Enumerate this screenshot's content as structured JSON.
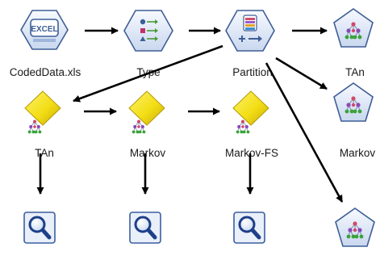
{
  "nodes": {
    "source": {
      "label": "CodedData.xls",
      "icon": "excel-source-icon",
      "icon_text": "EXCEL"
    },
    "type": {
      "label": "Type",
      "icon": "type-node-icon"
    },
    "partition": {
      "label": "Partition",
      "icon": "partition-node-icon"
    },
    "tan_nugget_1": {
      "label": "TAn",
      "icon": "model-nugget-icon"
    },
    "markov_nugget": {
      "label": "Markov",
      "icon": "model-nugget-icon"
    },
    "nugget_3": {
      "label": "",
      "icon": "model-nugget-icon"
    },
    "tan_model": {
      "label": "TAn",
      "icon": "bayes-net-modeler-icon"
    },
    "markov_model": {
      "label": "Markov",
      "icon": "bayes-net-modeler-icon"
    },
    "markovfs_model": {
      "label": "Markov-FS",
      "icon": "bayes-net-modeler-icon"
    },
    "analysis_1": {
      "icon": "analysis-magnifier-icon"
    },
    "analysis_2": {
      "icon": "analysis-magnifier-icon"
    },
    "analysis_3": {
      "icon": "analysis-magnifier-icon"
    }
  },
  "colors": {
    "hex_fill": "#dfe8f6",
    "hex_stroke": "#3e5e96",
    "diamond": "#f5e61a",
    "arrow": "#000000",
    "magnifier_frame": "#3a5fa0"
  }
}
